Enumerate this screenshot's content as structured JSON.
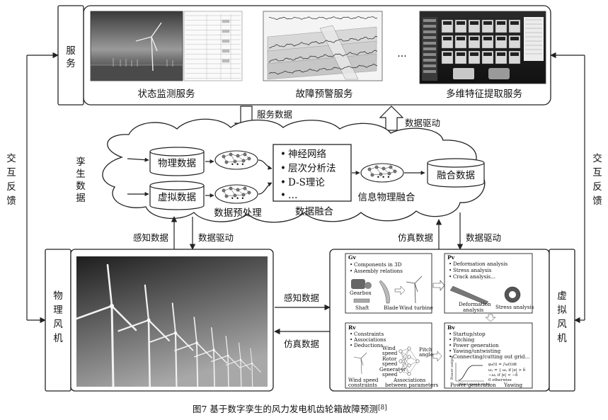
{
  "service": {
    "label": [
      "服",
      "务"
    ],
    "panels": [
      {
        "caption": "状态监测服务"
      },
      {
        "caption": "故障预警服务"
      },
      {
        "caption": "多维特征提取服务"
      }
    ],
    "ellipsis": "…"
  },
  "flows": {
    "service_data": "服务数据",
    "data_drive_up": "数据驱动",
    "perceive_left": "感知数据",
    "data_drive_left": "数据驱动",
    "sim_data_right": "仿真数据",
    "data_drive_right": "数据驱动",
    "perceive_mid": "感知数据",
    "sim_data_mid": "仿真数据"
  },
  "interaction": {
    "left": [
      "交",
      "互",
      "反",
      "馈"
    ],
    "right": [
      "交",
      "互",
      "反",
      "馈"
    ]
  },
  "twin_cloud": {
    "label": [
      "孪",
      "生",
      "数",
      "据"
    ],
    "physical_data": "物理数据",
    "virtual_data": "虚拟数据",
    "preprocess": "数据预处理",
    "methods": [
      "神经网络",
      "层次分析法",
      "D-S理论",
      "…"
    ],
    "fusion": "数据融合",
    "cps_fusion": "信息物理融合",
    "fused_data": "融合数据"
  },
  "physical_turbine": {
    "label": [
      "物",
      "理",
      "风",
      "机"
    ]
  },
  "virtual_turbine": {
    "label": [
      "虚",
      "拟",
      "风",
      "机"
    ],
    "gv": {
      "title": "Gv",
      "items": [
        "Components in 3D",
        "Assembly relations"
      ],
      "parts": [
        "Gearbox",
        "Shaft",
        "Blade",
        "Wind turbine"
      ]
    },
    "pv": {
      "title": "Pv",
      "items": [
        "Deformation analysis",
        "Stress analysis",
        "Crack analysis..."
      ],
      "parts": [
        "Deformation",
        "analysis",
        "Stress analysis"
      ]
    },
    "rv": {
      "title": "Rv",
      "items": [
        "Constraints",
        "Associations",
        "Deductions"
      ],
      "params": [
        "Wind",
        "speed",
        "Rotor",
        "speed",
        "Generator",
        "speed",
        "Pitch",
        "angle"
      ],
      "parts": [
        "Wind speed",
        "constraints",
        "Associations",
        "between parameters"
      ]
    },
    "bv": {
      "title": "Bv",
      "items": [
        "Startup/stop",
        "Pitching",
        "Power generation",
        "Yawing/untwisting",
        "Connecting/cutting out grid..."
      ],
      "axis_y": "Power output",
      "axis_x": "Wind speed (m/s)",
      "parts": [
        "Power generation",
        "Yawing"
      ]
    }
  },
  "caption": {
    "text": "图7   基于数字孪生的风力发电机齿轮箱故障预测",
    "ref": "[8]"
  }
}
